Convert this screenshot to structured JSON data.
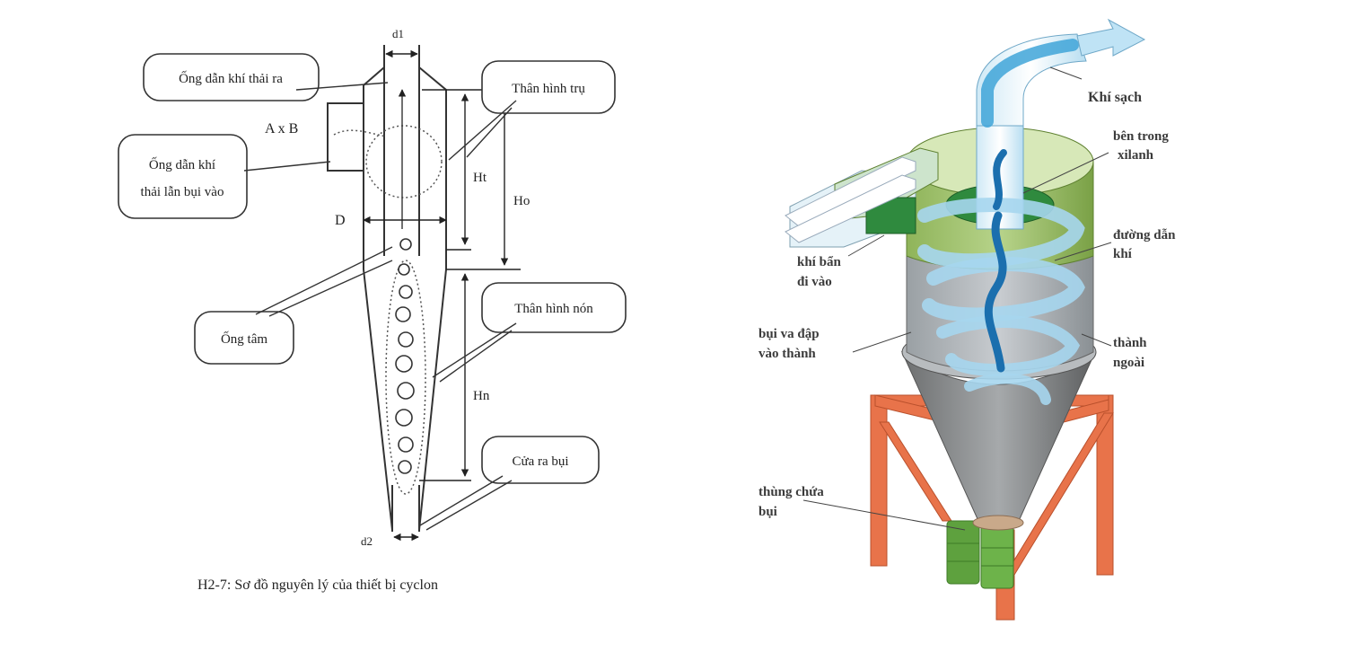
{
  "left_diagram": {
    "caption": "H2-7: Sơ đồ nguyên lý của thiết bị cyclon",
    "callouts": {
      "outlet_pipe": "Ống dẫn khí thải ra",
      "inlet_pipe_line1": "Ống dẫn khí",
      "inlet_pipe_line2": "thải lẫn bụi vào",
      "cylinder_body": "Thân hình trụ",
      "cone_body": "Thân hình nón",
      "center_pipe": "Ống tâm",
      "dust_outlet": "Cửa ra bụi"
    },
    "dimensions": {
      "d1": "d1",
      "axb": "A x B",
      "D": "D",
      "Ht": "Ht",
      "Ho": "Ho",
      "Hn": "Hn",
      "d2": "d2"
    }
  },
  "right_diagram": {
    "labels": {
      "clean_air": "Khí sạch",
      "inside_cyl_line1": "bên trong",
      "inside_cyl_line2": "xilanh",
      "gas_path_line1": "đường dẫn",
      "gas_path_line2": "khí",
      "dirty_in_line1": "khí bẩn",
      "dirty_in_line2": "đi vào",
      "dust_hits_line1": "bụi va đập",
      "dust_hits_line2": "vào thành",
      "outer_wall_line1": "thành",
      "outer_wall_line2": "ngoài",
      "dust_bin_line1": "thùng chứa",
      "dust_bin_line2": "bụi"
    }
  }
}
